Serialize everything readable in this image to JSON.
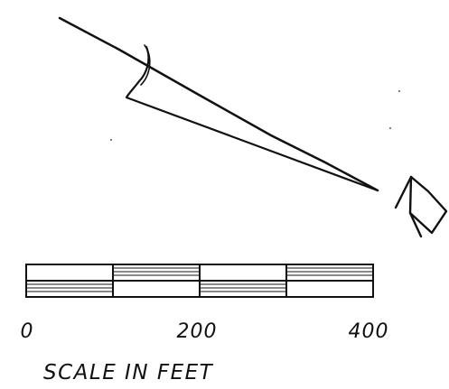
{
  "sketch": {
    "line_color": "#111111",
    "stroke_style": "hand-drawn pen"
  },
  "scale_bar": {
    "tick_labels": [
      "0",
      "200",
      "400"
    ],
    "title": "SCALE IN FEET",
    "segments": [
      "blank-over-hatched",
      "hatched-over-blank",
      "blank-over-hatched",
      "hatched-over-blank"
    ]
  }
}
